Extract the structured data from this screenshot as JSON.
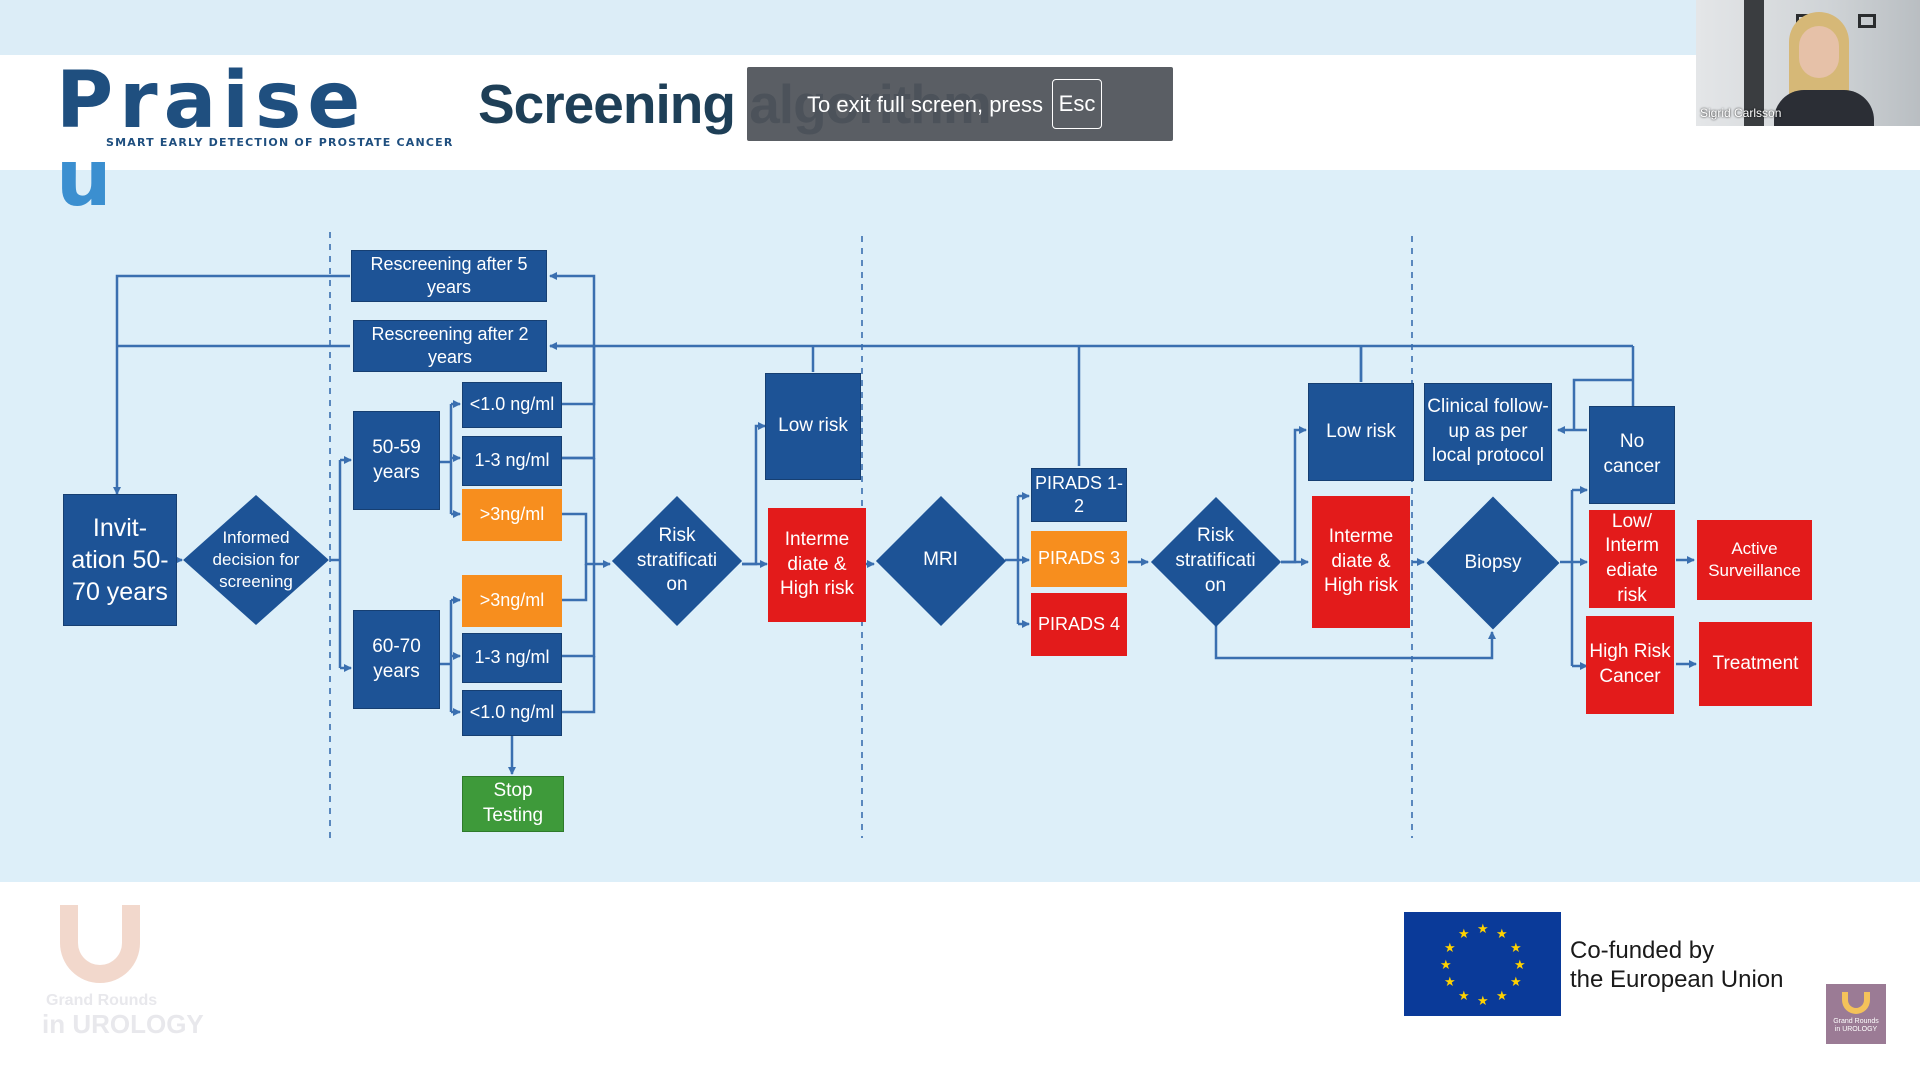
{
  "window": {
    "fullscreen_notice": "To exit full screen, press",
    "esc_key": "Esc"
  },
  "participant": {
    "name": "Sigrid Carlsson"
  },
  "slide": {
    "logo_text": "Praise",
    "logo_u": "u",
    "logo_tagline": "SMART EARLY DETECTION OF PROSTATE CANCER",
    "title": "Screening algorithm"
  },
  "diagram": {
    "invitation": "Invit-ation 50-70 years",
    "informed_decision": "Informed decision for screening",
    "rescreen_5": "Rescreening after 5 years",
    "rescreen_2": "Rescreening after 2 years",
    "age_50_59": "50-59 years",
    "age_60_70": "60-70 years",
    "psa_a_lt1": "<1.0 ng/ml",
    "psa_a_1_3": "1-3 ng/ml",
    "psa_a_gt3": ">3ng/ml",
    "psa_b_gt3": ">3ng/ml",
    "psa_b_1_3": "1-3 ng/ml",
    "psa_b_lt1": "<1.0 ng/ml",
    "stop_testing": "Stop Testing",
    "risk_strat_1": "Risk stratificati on",
    "low_risk_1": "Low risk",
    "int_high_1": "Interme diate & High risk",
    "mri": "MRI",
    "pirads_12": "PIRADS 1-2",
    "pirads_3": "PIRADS 3",
    "pirads_4": "PIRADS 4",
    "risk_strat_2": "Risk stratificati on",
    "low_risk_2": "Low risk",
    "int_high_2": "Interme diate & High risk",
    "biopsy": "Biopsy",
    "clinical_followup": "Clinical follow-up as per local protocol",
    "no_cancer": "No cancer",
    "low_int_risk": "Low/ Interm ediate risk",
    "high_risk_cancer": "High Risk Cancer",
    "active_surveillance": "Active Surveillance",
    "treatment": "Treatment"
  },
  "footer": {
    "grand_rounds_1": "Grand Rounds",
    "grand_rounds_2": "in UROLOGY",
    "eu_line1": "Co-funded by",
    "eu_line2": "the European Union",
    "mini_logo_text": "Grand Rounds in UROLOGY"
  },
  "colors": {
    "box_blue": "#1d5396",
    "box_orange": "#f78e1e",
    "box_red": "#e31b1b",
    "box_green": "#3e9a3a",
    "diagram_bg": "#ddeff9",
    "eu_blue": "#0a3a99"
  }
}
